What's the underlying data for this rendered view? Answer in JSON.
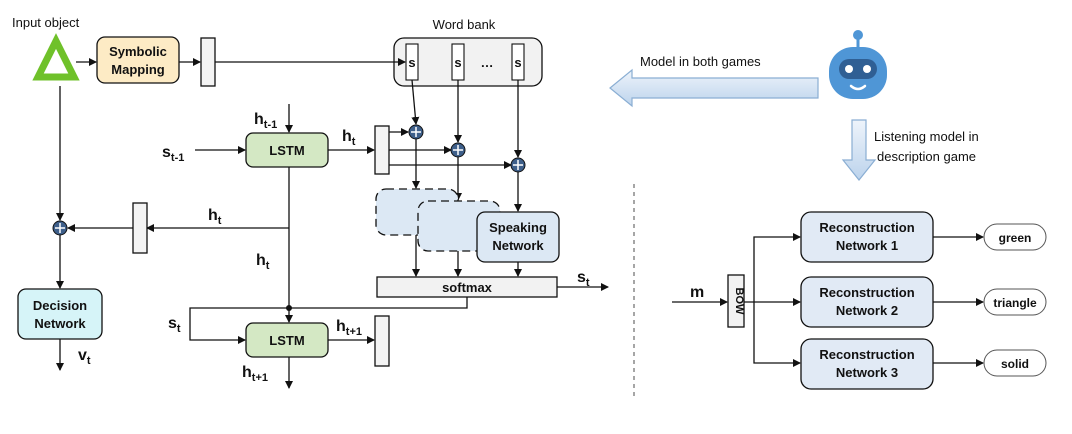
{
  "left": {
    "input_label": "Input object",
    "symbolic_mapping": [
      "Symbolic",
      "Mapping"
    ],
    "word_bank_label": "Word bank",
    "word_bank_slot": "s",
    "word_bank_ellipsis": "…",
    "lstm_label": "LSTM",
    "speaking_network": [
      "Speaking",
      "Network"
    ],
    "softmax_label": "softmax",
    "decision_network": [
      "Decision",
      "Network"
    ],
    "h_sym": "h",
    "s_sym": "s",
    "v_sym": "v",
    "sub_t": "t",
    "sub_tm1": "t-1",
    "sub_tp1": "t+1"
  },
  "right": {
    "model_both_label": "Model in both games",
    "listening_label_1": "Listening model in",
    "listening_label_2": "description game",
    "m_label": "m",
    "bow_label": "BOW",
    "recon1": [
      "Reconstruction",
      "Network 1"
    ],
    "recon2": [
      "Reconstruction",
      "Network 2"
    ],
    "recon3": [
      "Reconstruction",
      "Network 3"
    ],
    "out1": "green",
    "out2": "triangle",
    "out3": "solid"
  },
  "colors": {
    "triangle_green": "#6fc12a",
    "symbolic_fill": "#fdebc5",
    "lstm_fill": "#d4e8c4",
    "speaking_fill": "#dce8f4",
    "decision_fill": "#d6f4f8",
    "recon_fill": "#e1eaf5",
    "plus_fill": "#3e5f8a",
    "robot_blue": "#4f96d6"
  }
}
